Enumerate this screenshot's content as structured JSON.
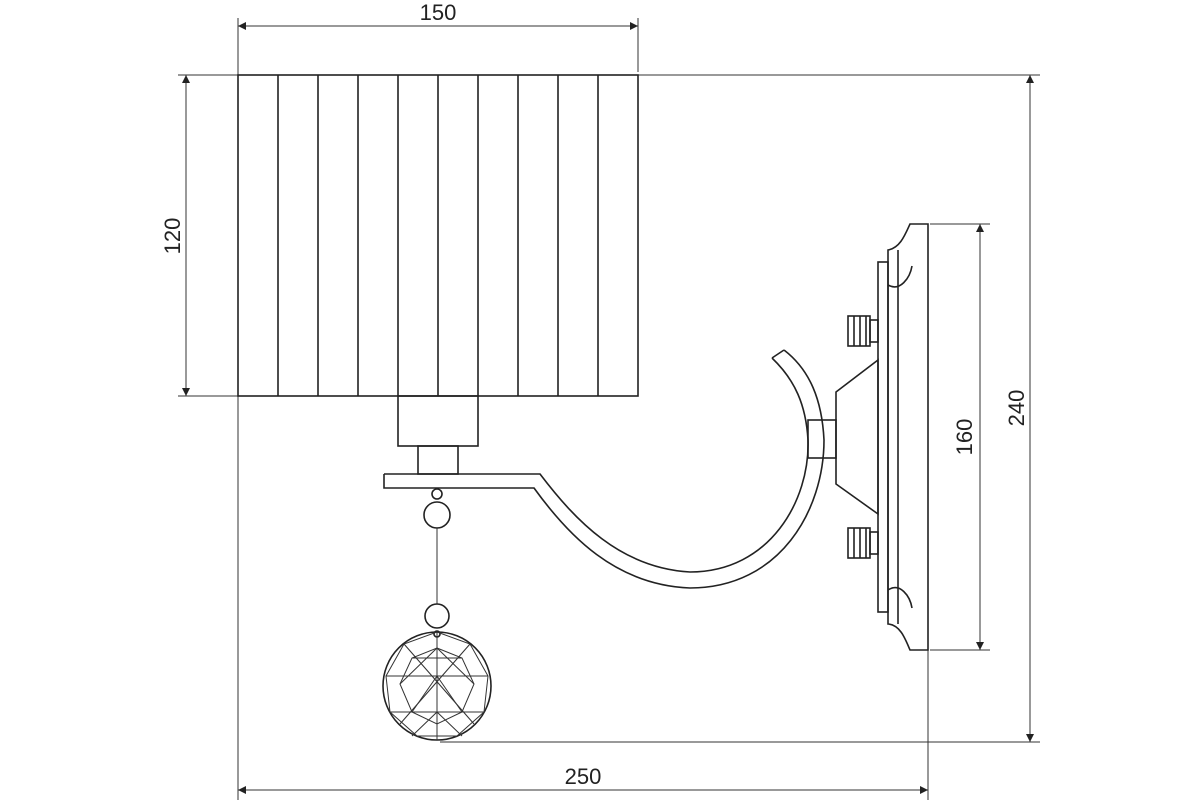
{
  "dimensions": {
    "shade_width": "150",
    "shade_height": "120",
    "plate_height": "160",
    "total_height": "240",
    "total_depth": "250"
  }
}
